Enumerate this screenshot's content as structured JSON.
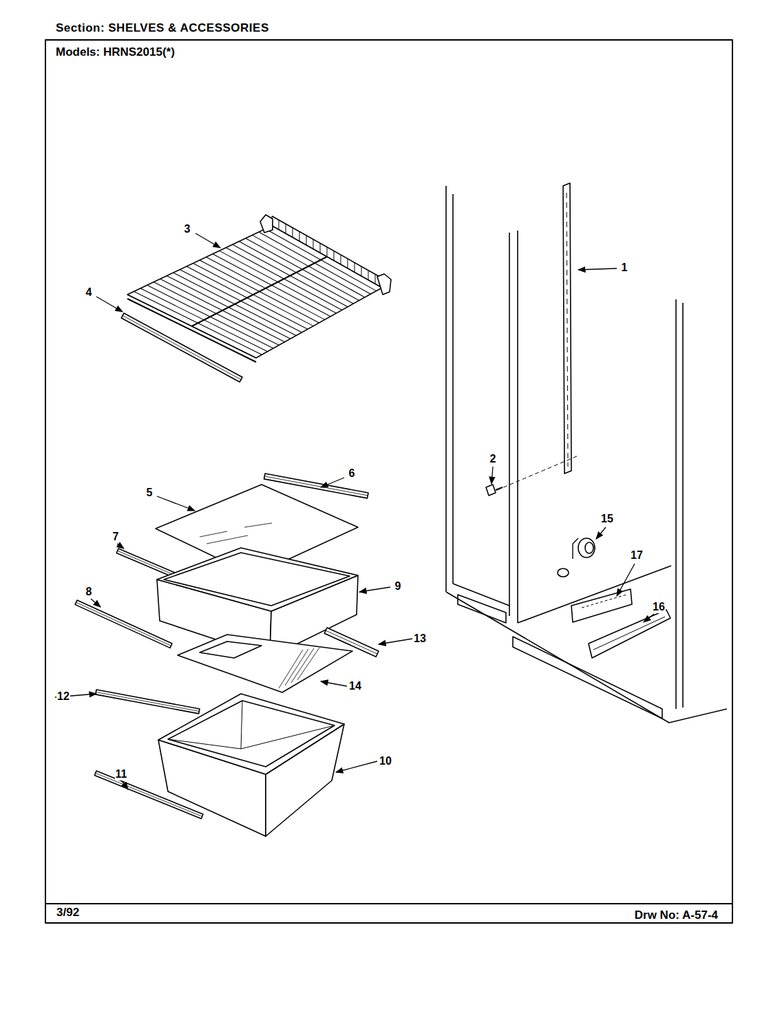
{
  "diagram": {
    "title": "Section: SHELVES & ACCESSORIES",
    "labels": [
      "Models: HRNS2015(*)",
      "3",
      "1",
      "4",
      "2",
      "6",
      "5",
      "15",
      "7",
      "17",
      "9",
      "8",
      "16",
      "13",
      "14",
      "12",
      "10",
      "11",
      "3/92",
      "Drw No: A-57-4"
    ]
  }
}
